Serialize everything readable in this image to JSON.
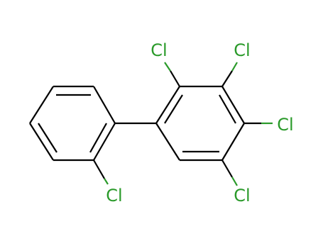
{
  "molecule": {
    "atom_labels": {
      "cl_ortho": "Cl",
      "cl_2": "Cl",
      "cl_3": "Cl",
      "cl_4": "Cl",
      "cl_5": "Cl"
    },
    "colors": {
      "bond": "#000000",
      "chlorine": "#2a9a2a",
      "background": "#ffffff"
    }
  }
}
